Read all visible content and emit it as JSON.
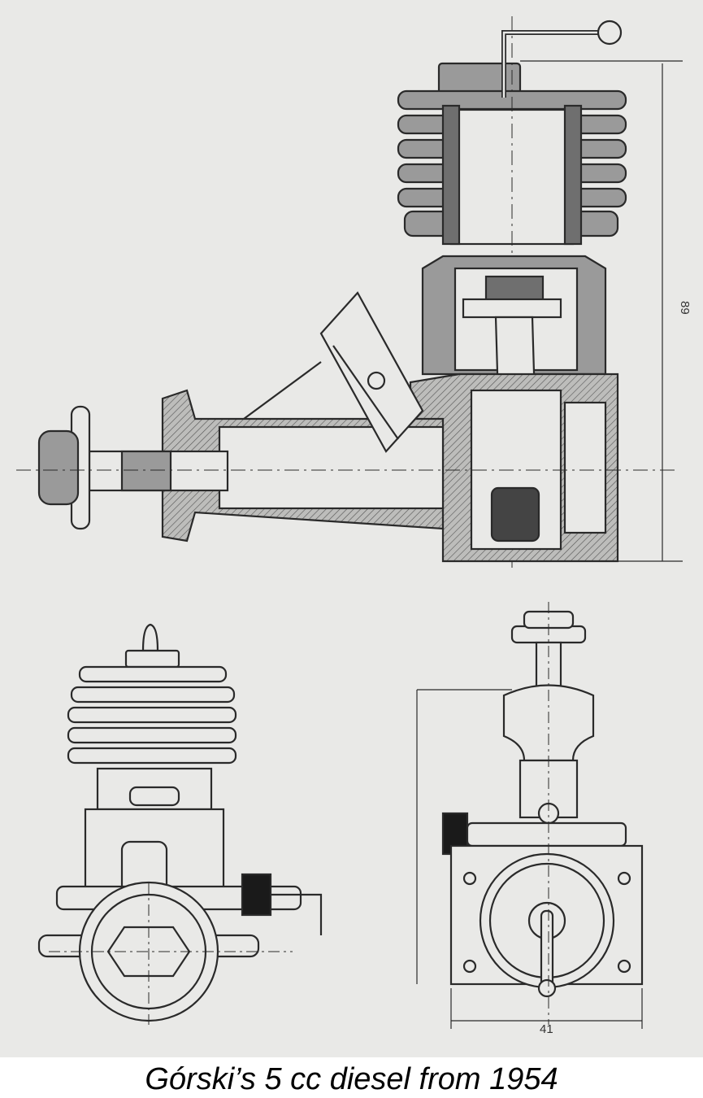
{
  "caption": "Górski’s 5 cc diesel from 1954",
  "drawing": {
    "height_dimension_label": "89",
    "width_dimension_label": "41"
  },
  "colors": {
    "paper": "#e9e9e7",
    "ink": "#2a2a2a",
    "section_fill": "#9a9a9a",
    "dark_fill": "#555555"
  }
}
